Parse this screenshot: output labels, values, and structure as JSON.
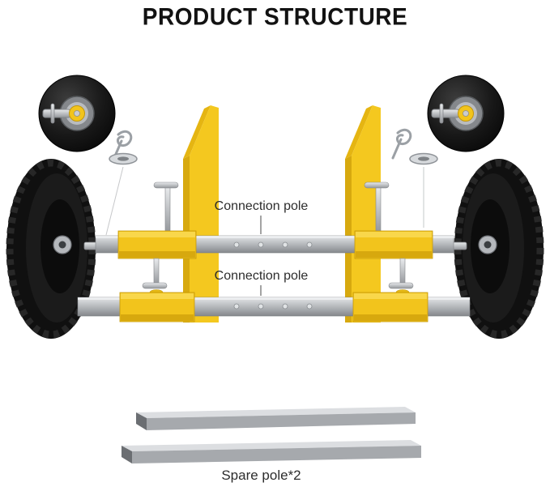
{
  "title": "PRODUCT STRUCTURE",
  "labels": {
    "connection_pole_top": "Connection pole",
    "connection_pole_bottom": "Connection pole",
    "spare_pole": "Spare pole*2"
  },
  "colors": {
    "accent_yellow": "#F2C41C",
    "accent_yellow_dark": "#D7A80E",
    "accent_yellow_highlight": "#F9D74B",
    "pole_gray": "#A6A9AD",
    "rod_gray": "#C9CCD0",
    "tire_black": "#101010",
    "label_text": "#2D2D2D",
    "background": "#FFFFFF"
  }
}
